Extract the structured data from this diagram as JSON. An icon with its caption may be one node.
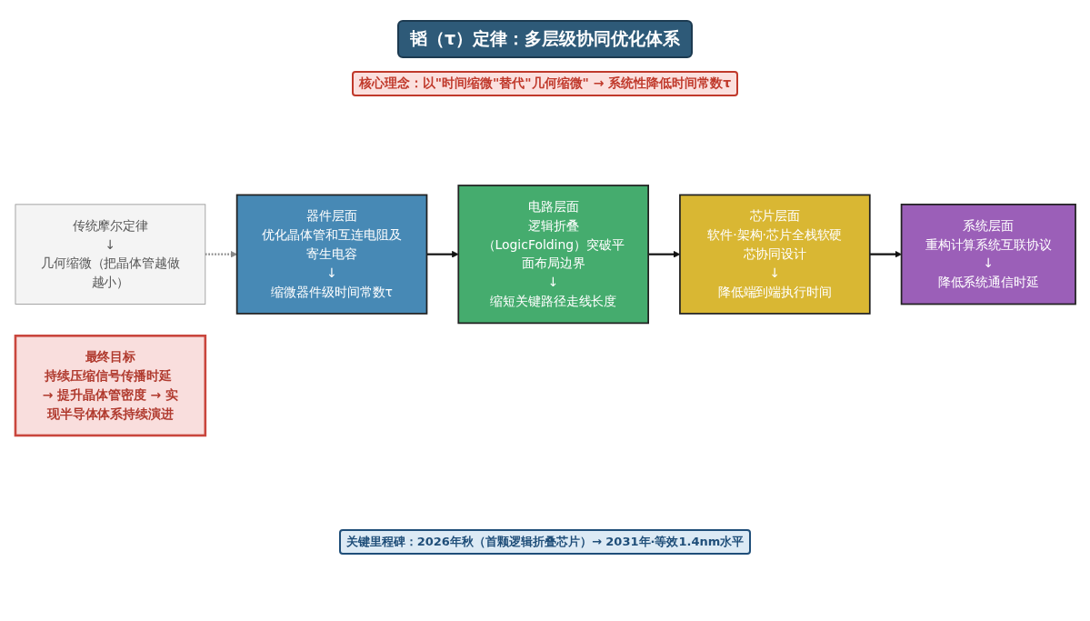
{
  "diagram": {
    "title": "韬（τ）定律：多层级协同优化体系",
    "nodes": [
      {
        "text": [
          "传统摩尔定律",
          "↓",
          "几何缩微（把晶体管越做越小）"
        ]
      },
      {
        "text": [
          "器件层面",
          "优化晶体管和互连电阻及寄生电容",
          "↓",
          "缩微器件级时间常数τ"
        ]
      },
      {
        "text": [
          "电路层面",
          "逻辑折叠（LogicFolding）突破平面布局边界",
          "↓",
          "缩短关键路径走线长度"
        ]
      },
      {
        "text": [
          "芯片层面",
          "软件·架构·芯片全栈软硬芯协同设计",
          "↓",
          "降低端到端执行时间"
        ]
      },
      {
        "text": [
          "系统层面",
          "重构计算系统互联协议",
          "↓",
          "降低系统通信时延"
        ]
      },
      {
        "text": [
          "最终目标",
          "持续压缩信号传播时延 → 提升晶体管密度 → 实现半导体体系持续演进"
        ]
      }
    ],
    "edges": [
      {
        "from": 0,
        "to": 1,
        "arrow": "to",
        "style": "dashed",
        "color": "#888888"
      },
      {
        "from": 1,
        "to": 2,
        "arrow": "to"
      },
      {
        "from": 2,
        "to": 3,
        "arrow": "to"
      },
      {
        "from": 3,
        "to": 4,
        "arrow": "to"
      }
    ],
    "labels": [
      "核心理念：以\"时间缩微\"替代\"几何缩微\" → 系统性降低时间常数τ",
      "关键里程碑：2026年秋（首颗逻辑折叠芯片）→ 2031年·等效1.4nm水平"
    ]
  }
}
